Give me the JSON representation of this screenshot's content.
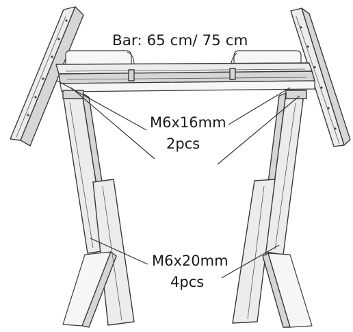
{
  "labels": {
    "bar": "Bar: 65 cm/ 75 cm",
    "top_screw_size": "M6x16mm",
    "top_screw_qty": "2pcs",
    "bottom_screw_size": "M6x20mm",
    "bottom_screw_qty": "4pcs"
  },
  "colors": {
    "line": "#3a3a3a",
    "metal": "#ececec",
    "text": "#1a1a1a"
  }
}
